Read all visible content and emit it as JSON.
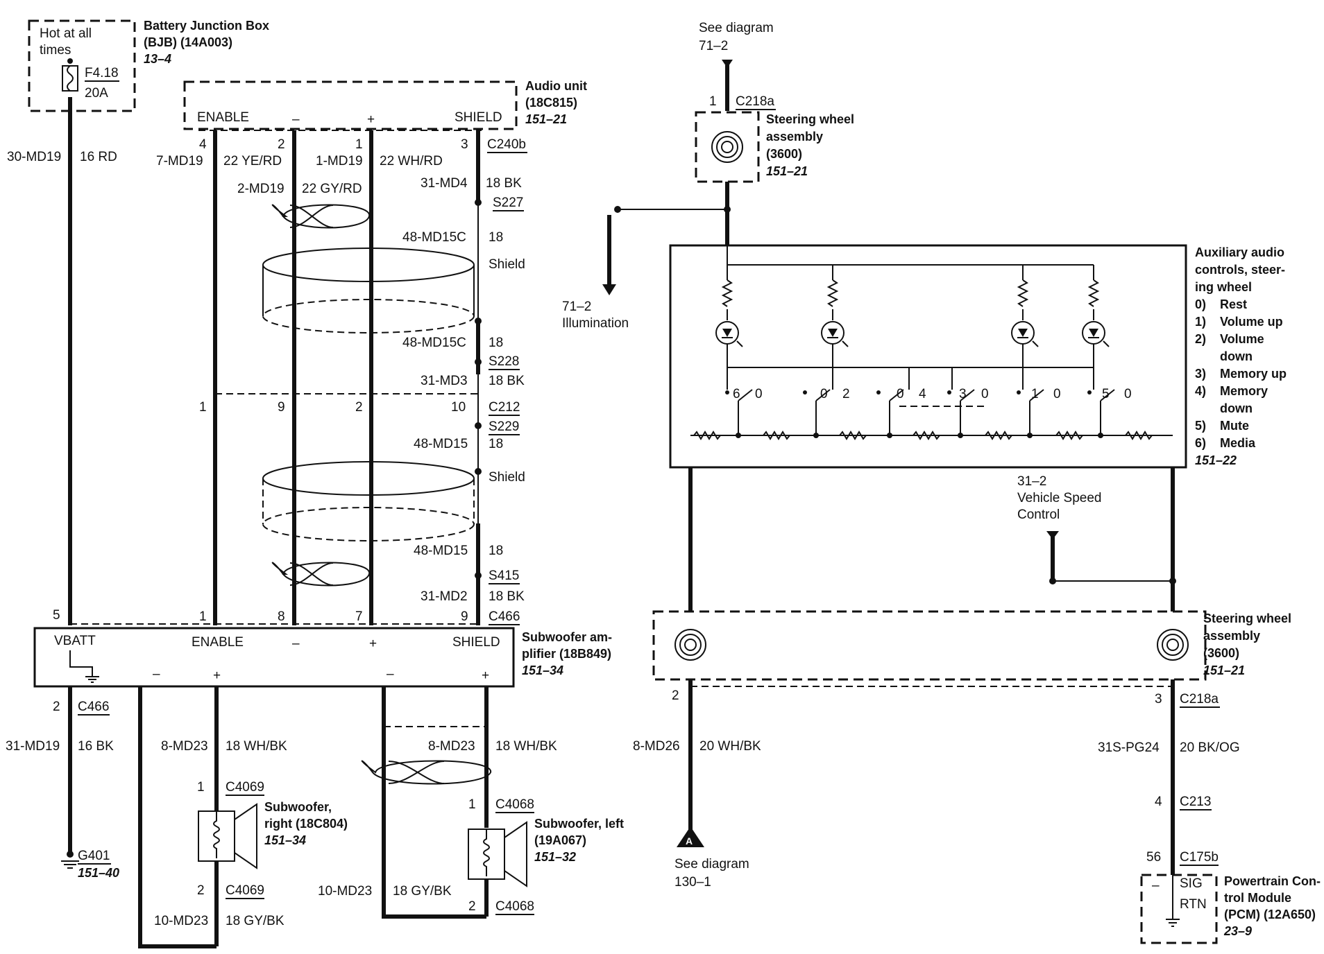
{
  "bjb": {
    "note_line1": "Hot at all",
    "note_line2": "times",
    "fuse": "F4.18",
    "amps": "20A",
    "name_line1": "Battery Junction Box",
    "name_line2": "(BJB) (14A003)",
    "ref": "13–4"
  },
  "audio_unit": {
    "name_line1": "Audio unit",
    "name_line2": "(18C815)",
    "ref": "151–21",
    "enable": "ENABLE",
    "minus": "–",
    "plus": "+",
    "shield": "SHIELD",
    "connector": "C240b"
  },
  "left_wires": {
    "w30": "30-MD19",
    "w30c": "16 RD",
    "w7": "7-MD19",
    "w7c": "22 YE/RD",
    "w1": "1-MD19",
    "w1c": "22 WH/RD",
    "w2": "2-MD19",
    "w2c": "22 GY/RD",
    "w31_4": "31-MD4",
    "w31_4c": "18 BK",
    "s227": "S227",
    "w48c_a": "48-MD15C",
    "w48c_ac": "18",
    "shield1": "Shield",
    "w48c_b": "48-MD15C",
    "w48c_bc": "18",
    "s228": "S228",
    "w31_3": "31-MD3",
    "w31_3c": "18 BK",
    "c212": "C212",
    "s229": "S229",
    "w48_a": "48-MD15",
    "w48_ac": "18",
    "shield2": "Shield",
    "w48_b": "48-MD15",
    "w48_bc": "18",
    "s415": "S415",
    "w31_2": "31-MD2",
    "w31_2c": "18 BK",
    "c466": "C466"
  },
  "pins": {
    "au_4": "4",
    "au_2": "2",
    "au_1": "1",
    "au_3": "3",
    "c212_1": "1",
    "c212_9": "9",
    "c212_2": "2",
    "c212_10": "10",
    "amp_5": "5",
    "amp_1": "1",
    "amp_8": "8",
    "amp_7": "7",
    "amp_9": "9"
  },
  "amplifier": {
    "name_line1": "Subwoofer am-",
    "name_line2": "plifier (18B849)",
    "ref": "151–34",
    "vbatt": "VBATT",
    "enable": "ENABLE",
    "minus": "–",
    "plus": "+",
    "shield": "SHIELD",
    "out_r_minus": "–",
    "out_r_plus": "+",
    "out_l_minus": "–",
    "out_l_plus": "+"
  },
  "ground": {
    "pin": "2",
    "connector": "C466",
    "wire": "31-MD19",
    "color": "16 BK",
    "id": "G401",
    "ref": "151–40"
  },
  "sub_right": {
    "wire_top": "8-MD23",
    "color_top": "18 WH/BK",
    "pin_top": "1",
    "conn_top": "C4069",
    "name_line1": "Subwoofer,",
    "name_line2": "right (18C804)",
    "ref": "151–34",
    "pin_bot": "2",
    "conn_bot": "C4069",
    "wire_bot": "10-MD23",
    "color_bot": "18 GY/BK"
  },
  "sub_left": {
    "wire_top": "8-MD23",
    "color_top": "18 WH/BK",
    "pin_top": "1",
    "conn_top": "C4068",
    "name_line1": "Subwoofer, left",
    "name_line2": "(19A067)",
    "ref": "151–32",
    "wire_bot": "10-MD23",
    "color_bot": "18 GY/BK",
    "pin_bot": "2",
    "conn_bot": "C4068"
  },
  "right_top": {
    "see": "See diagram",
    "see_ref": "71–2",
    "pin": "1",
    "connector": "C218a",
    "sw_line1": "Steering wheel",
    "sw_line2": "assembly",
    "sw_line3": "(3600)",
    "sw_ref": "151–21",
    "illum_ref": "71–2",
    "illum": "Illumination"
  },
  "aux": {
    "line1": "Auxiliary audio",
    "line2": "controls, steer-",
    "line3": "ing wheel",
    "modes": [
      {
        "num": "0)",
        "text": "Rest"
      },
      {
        "num": "1)",
        "text": "Volume up"
      },
      {
        "num": "2)",
        "text": "Volume"
      },
      {
        "num": "",
        "text": "down"
      },
      {
        "num": "3)",
        "text": "Memory up"
      },
      {
        "num": "4)",
        "text": "Memory"
      },
      {
        "num": "",
        "text": "down"
      },
      {
        "num": "5)",
        "text": "Mute"
      },
      {
        "num": "6)",
        "text": "Media"
      }
    ],
    "ref": "151–22",
    "sw_labels": [
      "6",
      "0",
      "0",
      "2",
      "0",
      "4",
      "3",
      "0",
      "1",
      "0",
      "5",
      "0"
    ]
  },
  "vsc": {
    "ref": "31–2",
    "line1": "Vehicle Speed",
    "line2": "Control"
  },
  "sw_bottom": {
    "line1": "Steering wheel",
    "line2": "assembly",
    "line3": "(3600)",
    "ref": "151–21"
  },
  "right_bottom": {
    "pin_l": "2",
    "wire_l": "8-MD26",
    "color_l": "20 WH/BK",
    "marker": "A",
    "see": "See diagram",
    "see_ref": "130–1",
    "pin_r": "3",
    "conn_r": "C218a",
    "wire_r": "31S-PG24",
    "color_r": "20 BK/OG",
    "pin_c213": "4",
    "conn_c213": "C213",
    "pin_c175": "56",
    "conn_c175": "C175b",
    "pcm_minus": "–",
    "sig": "SIG",
    "rtn": "RTN",
    "pcm_line1": "Powertrain Con-",
    "pcm_line2": "trol Module",
    "pcm_line3": "(PCM) (12A650)",
    "pcm_ref": "23–9"
  }
}
